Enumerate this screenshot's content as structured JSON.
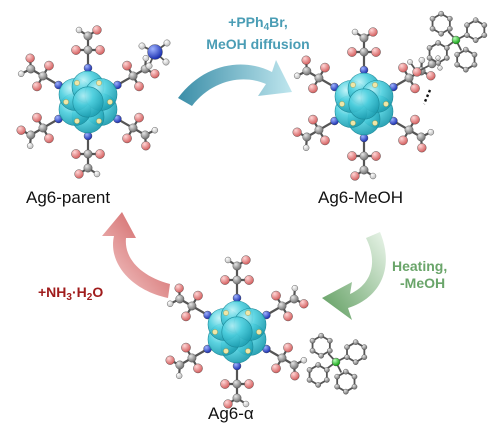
{
  "nodes": {
    "parent": {
      "label": "Ag6-parent"
    },
    "meoh": {
      "label": "Ag6-MeOH"
    },
    "alpha": {
      "label": "Ag6-α"
    }
  },
  "steps": {
    "top": {
      "line1_pre": "+PPh",
      "line1_sub": "4",
      "line1_post": "Br,",
      "line2": "MeOH diffusion",
      "color": "#4a9db5"
    },
    "right": {
      "line1": "Heating,",
      "line2": "-MeOH",
      "color": "#6aa56a"
    },
    "left": {
      "text_a": "+NH",
      "text_sub": "3",
      "text_b": "·H",
      "text_sub2": "2",
      "text_c": "O",
      "color": "#a01c1c"
    }
  },
  "colors": {
    "silver_sphere": "#3fc4d6",
    "oxygen": "#e88a8a",
    "carbon": "#8a8a8a",
    "nitrogen": "#3355cc",
    "hydrogen": "#f2f2f2",
    "sulfur": "#e6d98a",
    "ammonium_n": "#1020c0",
    "phosphorus": "#22cc22"
  }
}
